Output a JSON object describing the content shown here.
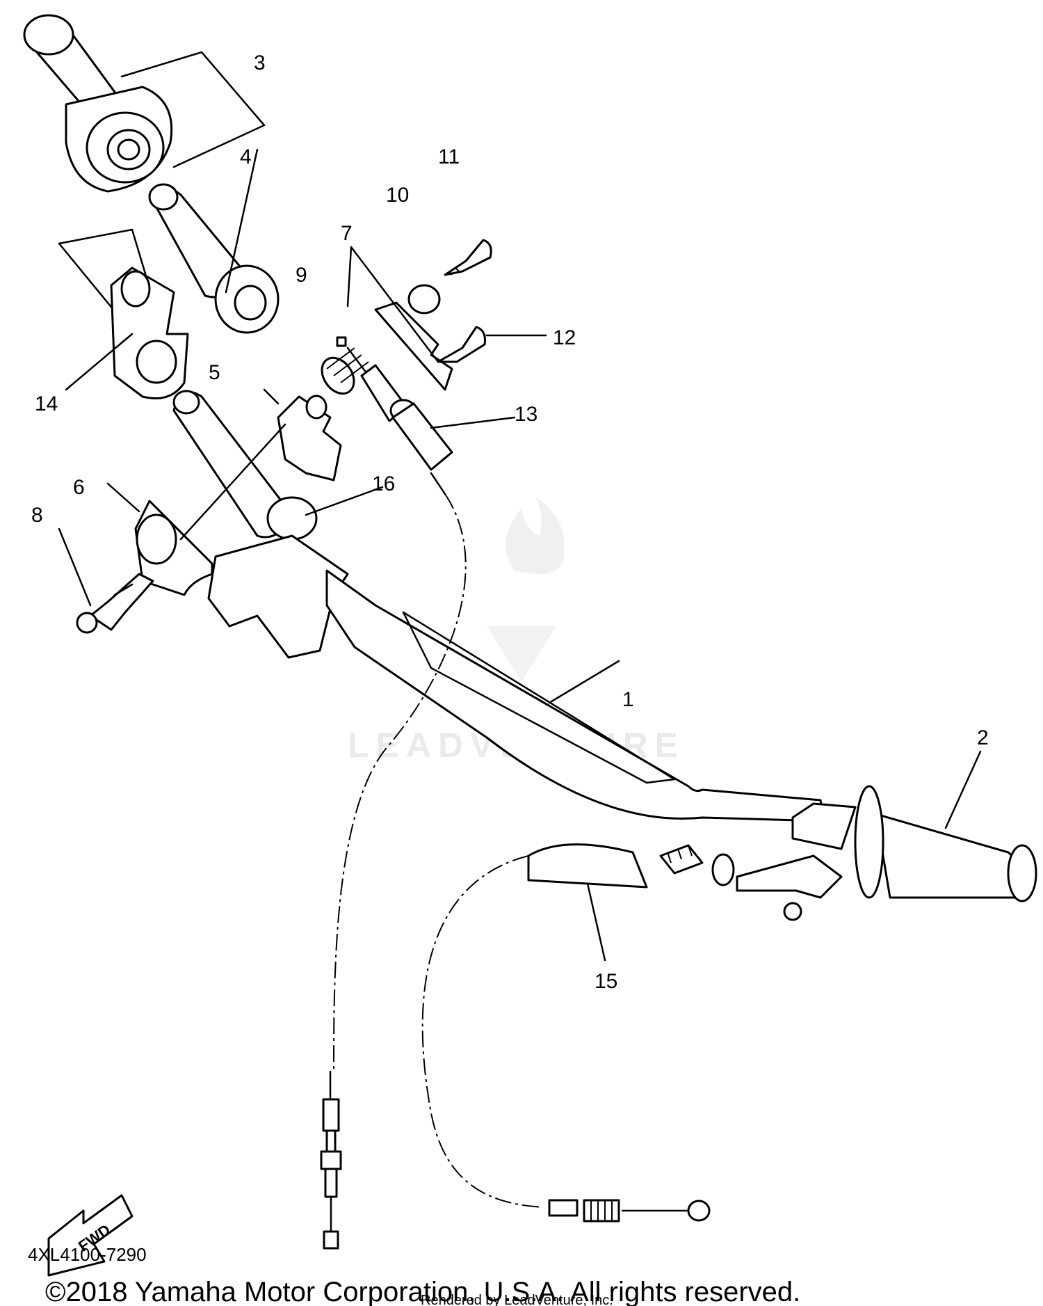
{
  "callouts": [
    "1",
    "2",
    "3",
    "4",
    "5",
    "6",
    "7",
    "8",
    "9",
    "10",
    "11",
    "12",
    "13",
    "14",
    "15",
    "16"
  ],
  "diagram_code": "4XL4100-7290",
  "fwd_label": "FWD",
  "copyright": "©2018 Yamaha Motor Corporation, U.S.A. All rights reserved.",
  "rendered_by": "Rendered by LeadVenture, Inc.",
  "watermark": "LEADVENTURE"
}
